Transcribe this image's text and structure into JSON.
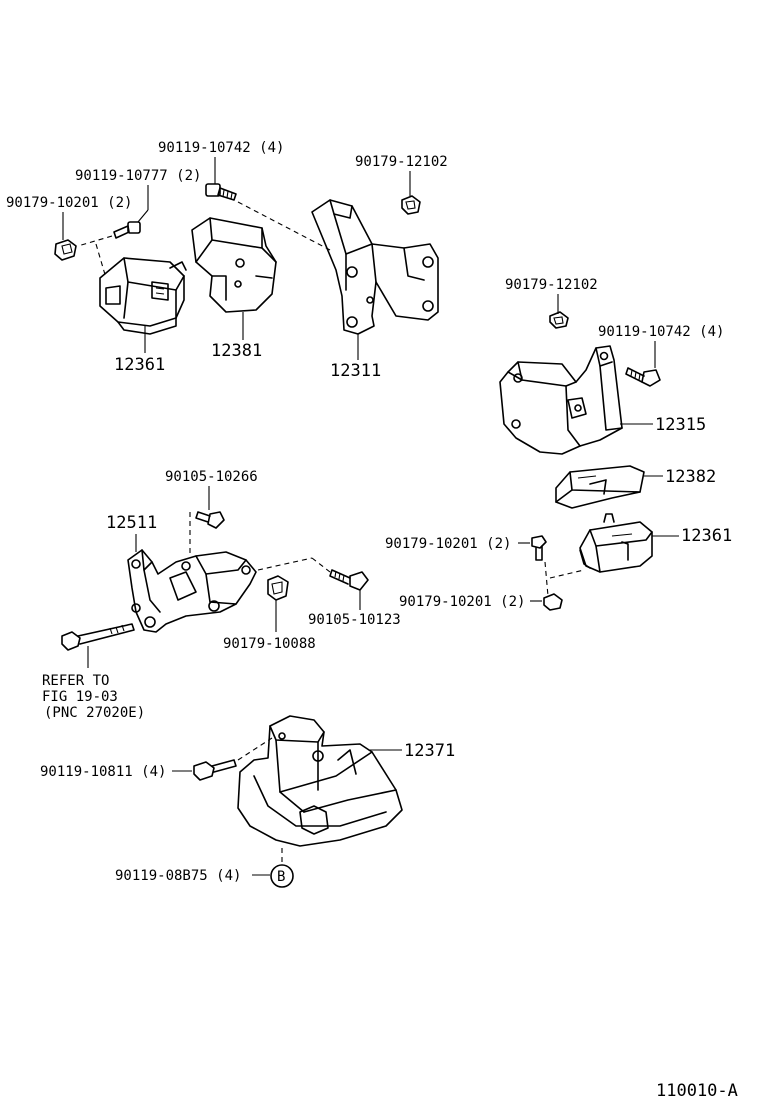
{
  "labels": {
    "b10742_top": "90119-10742 (4)",
    "b10777": "90119-10777 (2)",
    "n10201_top": "90179-10201 (2)",
    "n12102_top": "90179-12102",
    "p12361_left": "12361",
    "p12381": "12381",
    "p12311": "12311",
    "n12102_right": "90179-12102",
    "b10742_right": "90119-10742 (4)",
    "p12315": "12315",
    "p12382": "12382",
    "n10201_mid": "90179-10201 (2)",
    "p12361_right": "12361",
    "n10201_low": "90179-10201 (2)",
    "b10266": "90105-10266",
    "p12511": "12511",
    "b10123": "90105-10123",
    "n10088": "90179-10088",
    "refer_line1": "REFER TO",
    "refer_line2": "FIG 19-03",
    "refer_line3": "(PNC 27020E)",
    "b10811": "90119-10811 (4)",
    "p12371": "12371",
    "b08b75": "90119-08B75 (4)",
    "callout_b": "B",
    "figure_code": "110010-A"
  }
}
